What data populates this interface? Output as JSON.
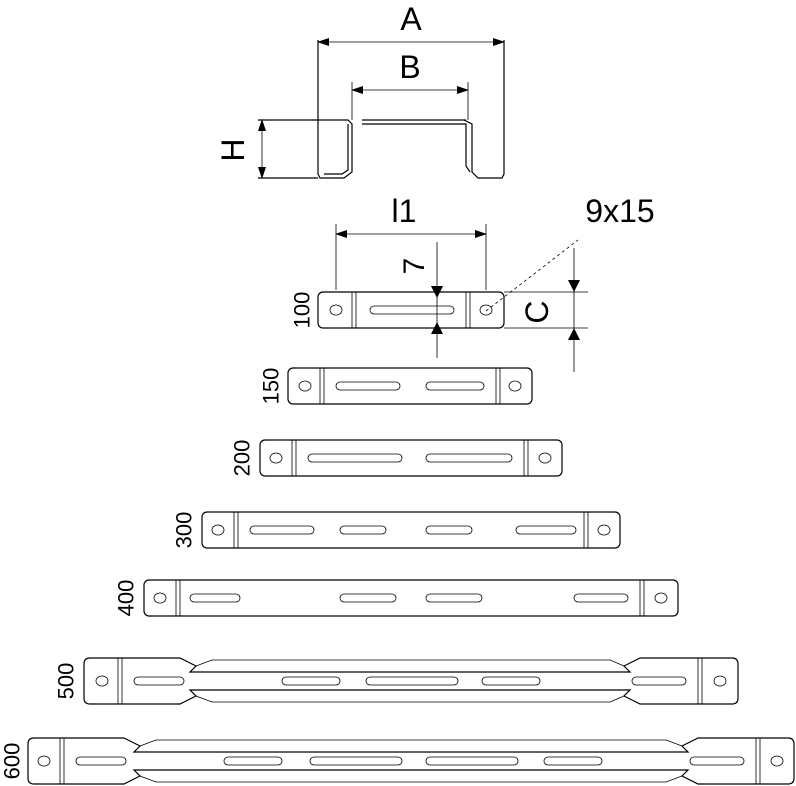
{
  "dimensions": {
    "a": "A",
    "b": "B",
    "h": "H",
    "l1": "l1",
    "hole": "9x15",
    "seven": "7",
    "c": "C"
  },
  "sizes": [
    "100",
    "150",
    "200",
    "300",
    "400",
    "500",
    "600"
  ]
}
